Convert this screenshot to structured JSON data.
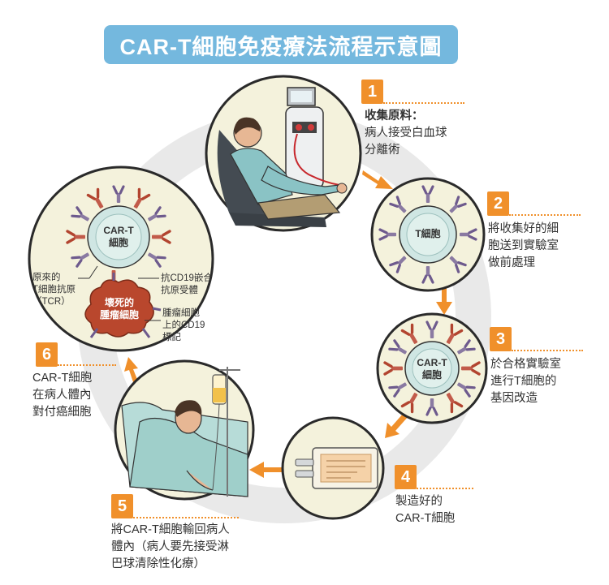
{
  "title": "CAR-T細胞免疫療法流程示意圖",
  "colors": {
    "title_bg": "#74b8de",
    "accent": "#f0902b",
    "ring": "#e9e9e9",
    "circle_bg": "#f4f2dc",
    "cell_fill": "#cfe6e3",
    "tumor": "#b9472d"
  },
  "steps": [
    {
      "number": "1",
      "lines": [
        "收集原料：",
        "病人接受白血球",
        "分離術"
      ]
    },
    {
      "number": "2",
      "lines": [
        "將收集好的細",
        "胞送到實驗室",
        "做前處理"
      ]
    },
    {
      "number": "3",
      "lines": [
        "於合格實驗室",
        "進行T細胞的",
        "基因改造"
      ]
    },
    {
      "number": "4",
      "lines": [
        "製造好的",
        "CAR-T細胞"
      ]
    },
    {
      "number": "5",
      "lines": [
        "將CAR-T細胞輸回病人",
        "體內（病人要先接受淋",
        "巴球清除性化療）"
      ]
    },
    {
      "number": "6",
      "lines": [
        "CAR-T細胞",
        "在病人體內",
        "對付癌細胞"
      ]
    }
  ],
  "cells": {
    "t_cell": "T細胞",
    "car_t_small": [
      "CAR-T",
      "細胞"
    ],
    "car_t_large": [
      "CAR-T",
      "細胞"
    ],
    "tumor": [
      "壞死的",
      "腫瘤細胞"
    ]
  },
  "labels": {
    "tcr": [
      "原來的",
      "T細胞抗原",
      "（TCR）"
    ],
    "cd19_receptor": [
      "抗CD19嵌合",
      "抗原受體"
    ],
    "cd19_marker": [
      "腫瘤細胞",
      "上的CD19",
      "標記"
    ]
  },
  "icons": {
    "arrow": "orange-arrow-icon",
    "patient_donor": "patient-apheresis-illustration",
    "t_cell": "t-cell-icon",
    "car_t_cell": "car-t-cell-icon",
    "product_bag": "cell-product-bag-icon",
    "patient_bed": "patient-infusion-illustration",
    "tumor_cell": "tumor-cell-icon"
  }
}
